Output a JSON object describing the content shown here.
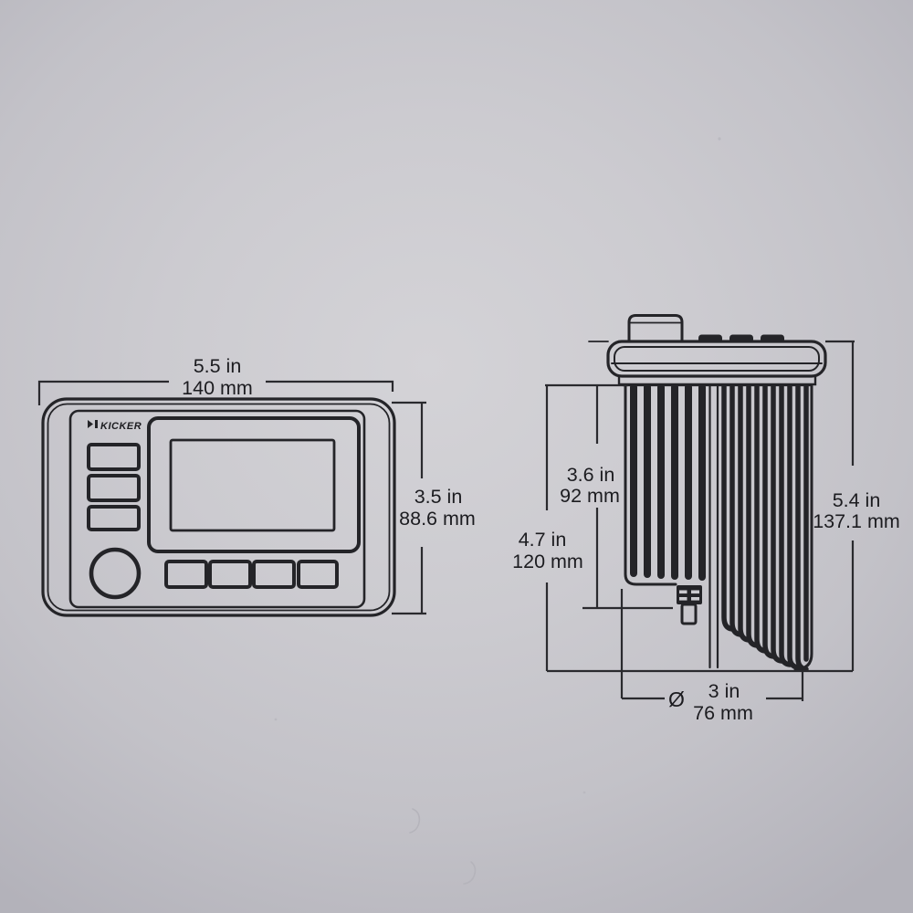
{
  "diagram": {
    "brand_logo": "KICKER",
    "front_view": {
      "width": {
        "inches": "5.5 in",
        "millimeters": "140 mm"
      },
      "height": {
        "inches": "3.5 in",
        "millimeters": "88.6 mm"
      }
    },
    "side_view": {
      "chassis_depth": {
        "inches": "3.6 in",
        "millimeters": "92 mm"
      },
      "depth_with_connector": {
        "inches": "4.7 in",
        "millimeters": "120 mm"
      },
      "overall_depth": {
        "inches": "5.4 in",
        "millimeters": "137.1 mm"
      },
      "cutout_diameter": {
        "symbol": "Ø",
        "inches": "3 in",
        "millimeters": "76 mm"
      }
    },
    "colors": {
      "ink": "#242428",
      "paper": "#c9c8cd"
    }
  }
}
